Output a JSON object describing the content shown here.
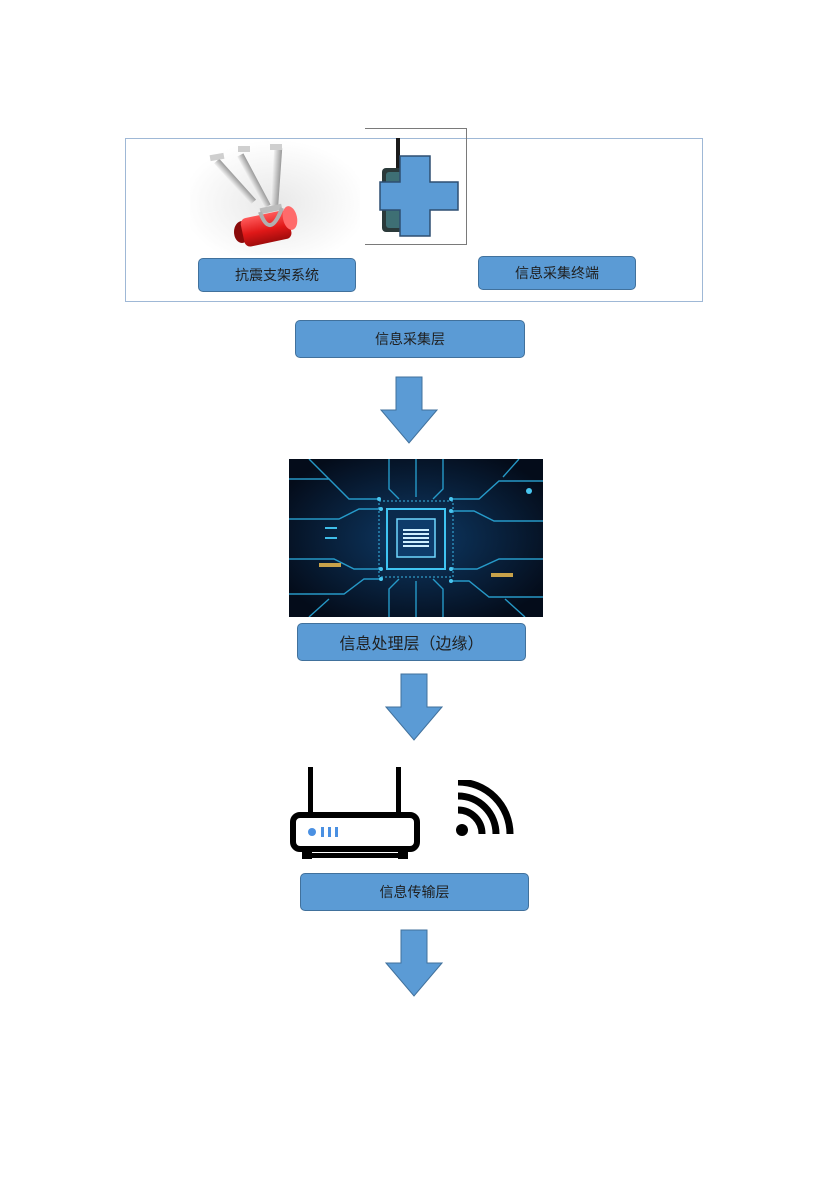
{
  "acquisition": {
    "support_system_label": "抗震支架系统",
    "terminal_label": "信息采集终端"
  },
  "layers": {
    "acquisition_layer": "信息采集层",
    "processing_layer": "信息处理层（边缘）",
    "transmission_layer": "信息传输层"
  },
  "colors": {
    "box_fill": "#5b9bd5",
    "box_border": "#41719c",
    "pipe_red": "#e02020",
    "circuit_bg": "#061226"
  }
}
